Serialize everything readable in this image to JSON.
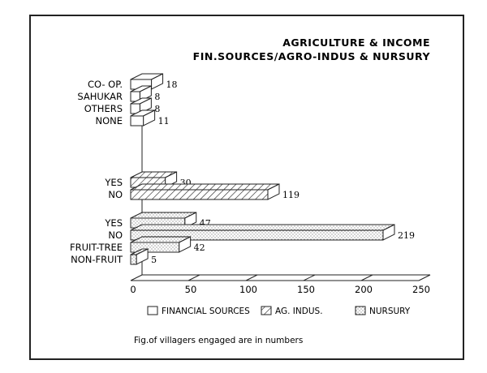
{
  "chart_data": {
    "type": "bar",
    "orientation": "horizontal",
    "bar_style": "3d",
    "title_lines": [
      "AGRICULTURE & INCOME",
      "FIN.SOURCES/AGRO-INDUS & NURSURY"
    ],
    "note": "Fig.of villagers engaged are in numbers",
    "xlim": [
      0,
      250
    ],
    "xticks": [
      0,
      50,
      100,
      150,
      200,
      250
    ],
    "grid": false,
    "legend_position": "bottom",
    "series": [
      {
        "name": "FINANCIAL SOURCES",
        "pattern": "none",
        "categories": [
          "CO- OP.",
          "SAHUKAR",
          "OTHERS",
          "NONE"
        ],
        "values": [
          18,
          8,
          8,
          11
        ]
      },
      {
        "name": "AG. INDUS.",
        "pattern": "hatch",
        "categories": [
          "YES",
          "NO"
        ],
        "values": [
          30,
          119
        ]
      },
      {
        "name": "NURSURY",
        "pattern": "dots",
        "categories": [
          "YES",
          "NO",
          "FRUIT-TREE",
          "NON-FRUIT"
        ],
        "values": [
          47,
          219,
          42,
          5
        ]
      }
    ]
  }
}
